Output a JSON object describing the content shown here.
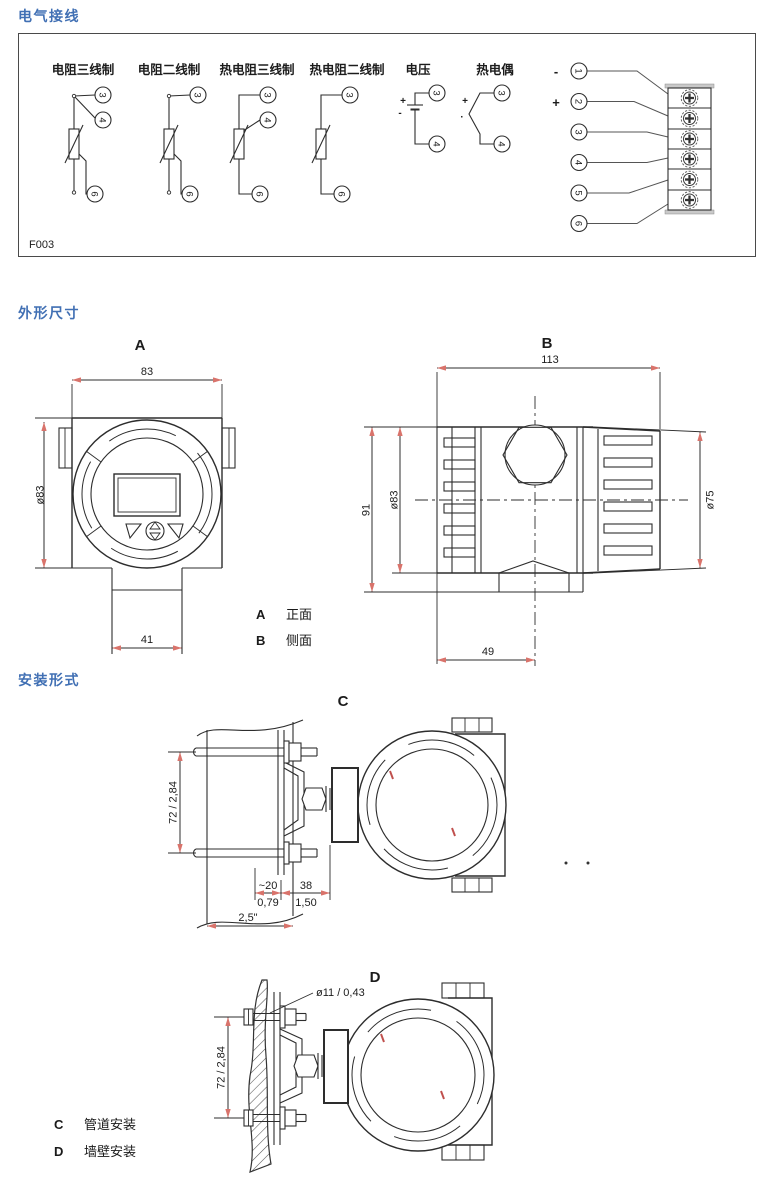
{
  "headings": {
    "wiring": "电气接线",
    "dimensions": "外形尺寸",
    "mounting": "安装形式"
  },
  "wiring": {
    "figure_code": "F003",
    "diagrams": [
      {
        "label": "电阻三线制",
        "t_top": "3",
        "t_mid": "4",
        "t_bot": "6"
      },
      {
        "label": "电阻二线制",
        "t_top": "3",
        "t_bot": "6"
      },
      {
        "label": "热电阻三线制",
        "t_top": "3",
        "t_mid": "4",
        "t_bot": "6"
      },
      {
        "label": "热电阻二线制",
        "t_top": "3",
        "t_bot": "6"
      },
      {
        "label": "电压",
        "t_top": "3",
        "t_mid": "4",
        "plus": "+",
        "minus": "-"
      },
      {
        "label": "热电偶",
        "t_top": "3",
        "t_mid": "4",
        "plus": "+",
        "minus": "·"
      }
    ],
    "strip": {
      "minus": "-",
      "plus": "+",
      "n1": "1",
      "n2": "2",
      "n3": "3",
      "n4": "4",
      "n5": "5",
      "n6": "6"
    }
  },
  "views": {
    "a": {
      "label": "A",
      "dim_width": "83",
      "dim_diameter": "ø83",
      "dim_neck": "41"
    },
    "b": {
      "label": "B",
      "dim_width": "113",
      "dim_height": "91",
      "dim_diameter": "ø83",
      "dim_cap": "ø75",
      "dim_base": "49"
    },
    "legend": [
      {
        "key": "A",
        "text": "正面"
      },
      {
        "key": "B",
        "text": "侧面"
      }
    ]
  },
  "mounting": {
    "c": {
      "label": "C",
      "dim_span": "72 / 2,84",
      "dim_gap_mm": "~20",
      "dim_gap_in": "0,79",
      "dim_bracket_mm": "38",
      "dim_bracket_in": "1,50",
      "dim_pipe": "2,5\""
    },
    "d": {
      "label": "D",
      "dim_hole": "ø11 / 0,43",
      "dim_span": "72 / 2,84"
    },
    "legend": [
      {
        "key": "C",
        "text": "管道安装"
      },
      {
        "key": "D",
        "text": "墙壁安装"
      }
    ]
  },
  "colors": {
    "heading": "#4170b4",
    "arrow": "#d9736b",
    "line": "#2d2d2d"
  }
}
